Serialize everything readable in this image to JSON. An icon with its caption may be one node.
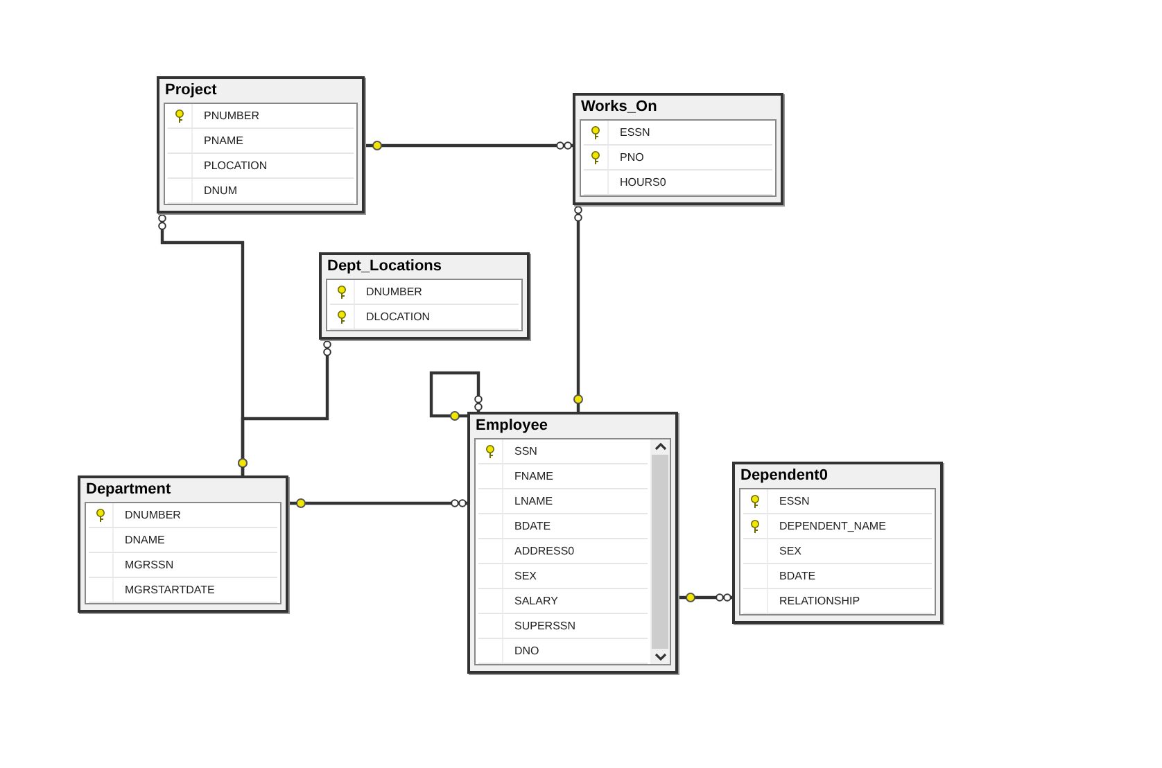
{
  "diagram": {
    "nodes": [
      {
        "text": [
          "Project",
          "PNUMBER",
          "PNAME",
          "PLOCATION",
          "DNUM"
        ]
      },
      {
        "text": [
          "Works_On",
          "ESSN",
          "PNO",
          "HOURS0"
        ]
      },
      {
        "text": [
          "Dept_Locations",
          "DNUMBER",
          "DLOCATION"
        ]
      },
      {
        "text": [
          "Employee",
          "SSN",
          "FNAME",
          "LNAME",
          "BDATE",
          "ADDRESS0",
          "SEX",
          "SALARY",
          "SUPERSSN",
          "DNO"
        ]
      },
      {
        "text": [
          "Department",
          "DNUMBER",
          "DNAME",
          "MGRSSN",
          "MGRSTARTDATE"
        ]
      },
      {
        "text": [
          "Dependent0",
          "ESSN",
          "DEPENDENT_NAME",
          "SEX",
          "BDATE",
          "RELATIONSHIP"
        ]
      }
    ],
    "edges": [
      {
        "from": 0,
        "to": 1,
        "arrow": "other"
      },
      {
        "from": 4,
        "to": 0,
        "arrow": "other"
      },
      {
        "from": 4,
        "to": 2,
        "arrow": "other"
      },
      {
        "from": 3,
        "to": 1,
        "arrow": "other"
      },
      {
        "from": 3,
        "to": 3,
        "arrow": "other"
      },
      {
        "from": 4,
        "to": 3,
        "arrow": "other"
      },
      {
        "from": 3,
        "to": 5,
        "arrow": "other"
      }
    ]
  }
}
